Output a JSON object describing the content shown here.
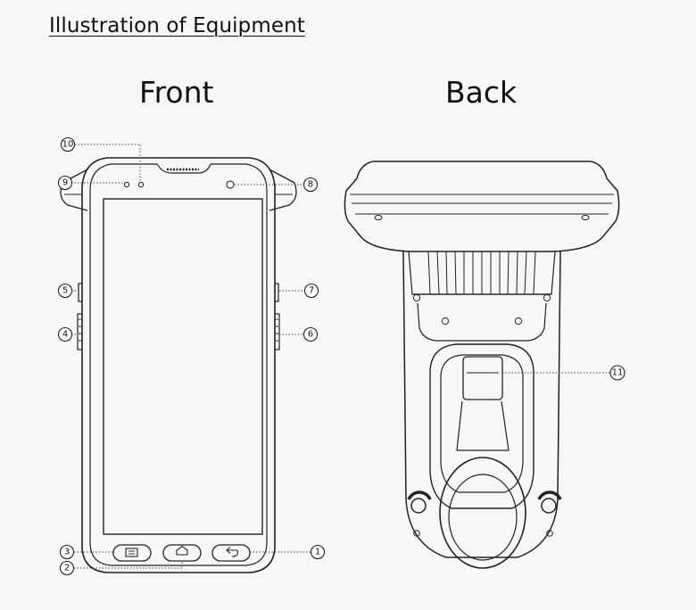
{
  "page": {
    "title": "Illustration of Equipment"
  },
  "views": {
    "front_label": "Front",
    "back_label": "Back"
  },
  "callouts": {
    "c1": "1",
    "c2": "2",
    "c3": "3",
    "c4": "4",
    "c5": "5",
    "c6": "6",
    "c7": "7",
    "c8": "8",
    "c9": "9",
    "c10": "10",
    "c11": "11"
  }
}
